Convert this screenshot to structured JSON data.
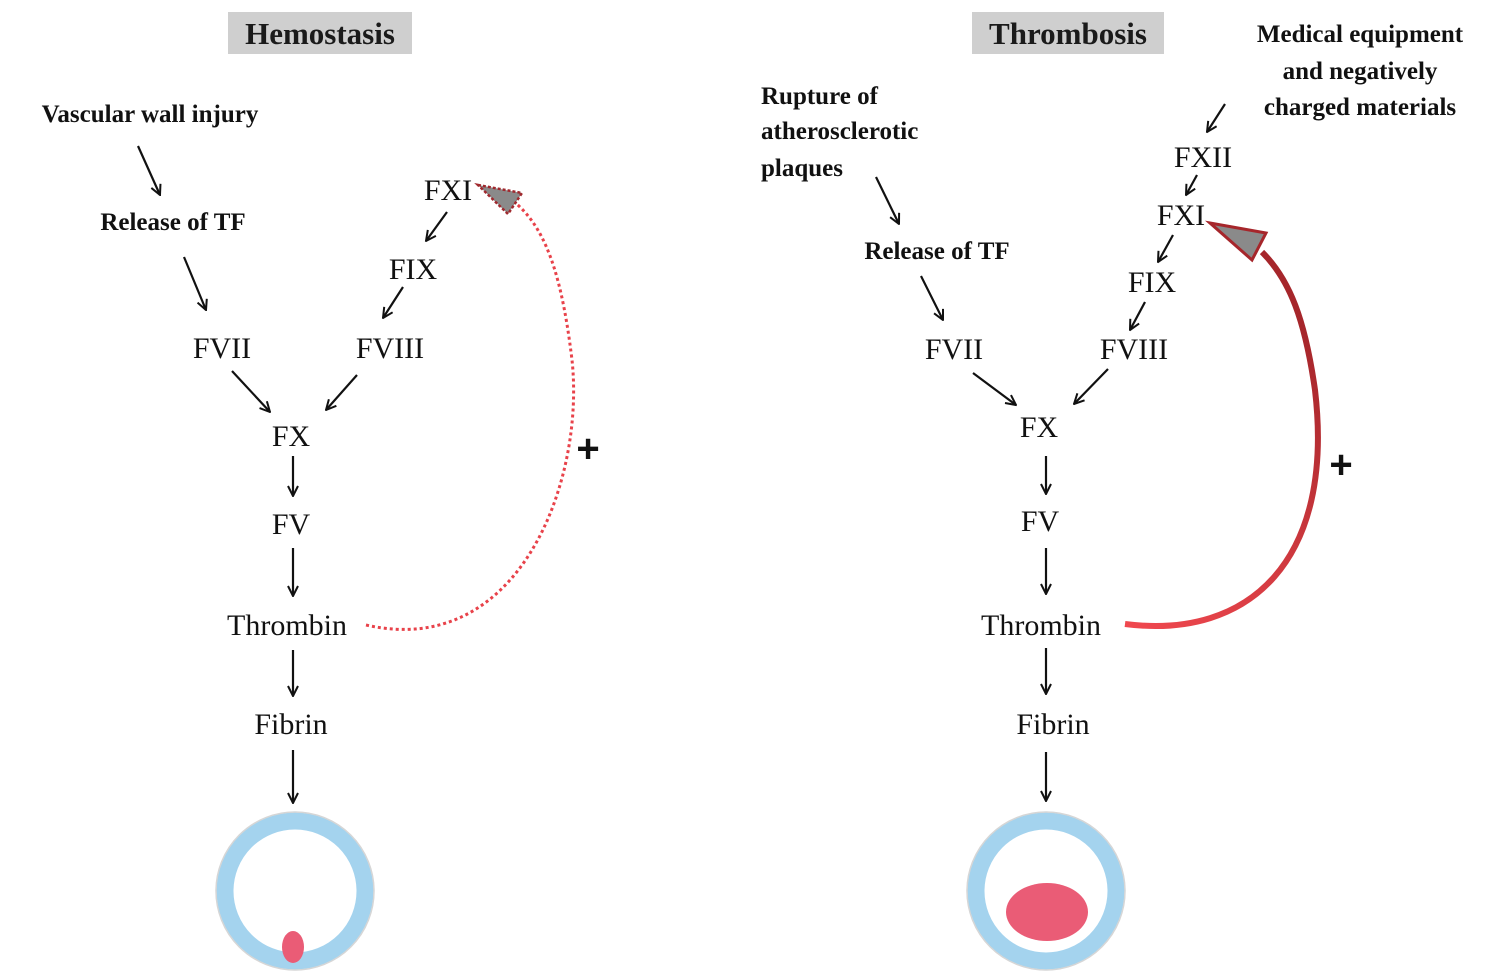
{
  "colors": {
    "vessel_wall": "#a4d3ee",
    "clot": "#ea5c76",
    "feedback_red": "#e8424a",
    "feedback_dark": "#b3272d",
    "title_background": "#cfcfcf"
  },
  "hemostasis": {
    "title": "Hemostasis",
    "trigger": "Vascular wall injury",
    "release": "Release of TF",
    "fxi": "FXI",
    "fix": "FIX",
    "fvii": "FVII",
    "fviii": "FVIII",
    "fx": "FX",
    "fv": "FV",
    "thrombin": "Thrombin",
    "fibrin": "Fibrin",
    "plus": "+",
    "feedback_style": "dotted"
  },
  "thrombosis": {
    "title": "Thrombosis",
    "trigger_lines": [
      "Rupture of",
      "atherosclerotic",
      "plaques"
    ],
    "equipment_lines": [
      "Medical equipment",
      "and negatively",
      "charged materials"
    ],
    "release": "Release of TF",
    "fxii": "FXII",
    "fxi": "FXI",
    "fix": "FIX",
    "fvii": "FVII",
    "fviii": "FVIII",
    "fx": "FX",
    "fv": "FV",
    "thrombin": "Thrombin",
    "fibrin": "Fibrin",
    "plus": "+",
    "feedback_style": "solid"
  }
}
